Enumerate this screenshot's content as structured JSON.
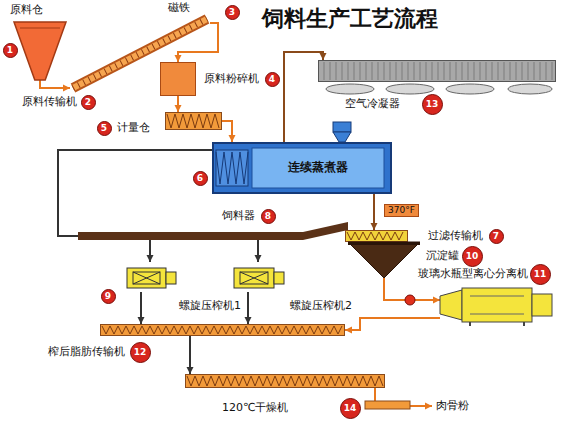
{
  "diagram": {
    "title": "饲料生产工艺流程",
    "nodes": [
      {
        "text": [
          "原料仓"
        ]
      },
      {
        "text": [
          "原料传输机"
        ]
      },
      {
        "text": [
          "原料粉碎机"
        ]
      },
      {
        "text": [
          "计量仓"
        ]
      },
      {
        "text": [
          "连续蒸煮器"
        ]
      },
      {
        "text": [
          "空气冷凝器"
        ]
      },
      {
        "text": [
          "370°F"
        ]
      },
      {
        "text": [
          "饲料器"
        ]
      },
      {
        "text": [
          "过滤传输机"
        ]
      },
      {
        "text": [
          "沉淀罐"
        ]
      },
      {
        "text": [
          "玻璃水瓶型离心分离机"
        ]
      },
      {
        "text": [
          "螺旋压榨机1"
        ]
      },
      {
        "text": [
          "螺旋压榨机2"
        ]
      },
      {
        "text": [
          "榨后脂肪传输机"
        ]
      },
      {
        "text": [
          "120℃干燥机"
        ]
      },
      {
        "text": [
          "肉骨粉"
        ]
      }
    ],
    "edges": [
      {
        "from": 0,
        "to": 1,
        "arrow": "to"
      },
      {
        "from": 1,
        "to": 2,
        "arrow": "to"
      },
      {
        "from": 2,
        "to": 3,
        "arrow": "to"
      },
      {
        "from": 3,
        "to": 4,
        "arrow": "to"
      },
      {
        "from": 4,
        "to": 5,
        "arrow": "to"
      },
      {
        "from": 4,
        "to": 8,
        "arrow": "to"
      },
      {
        "from": 7,
        "to": 11,
        "arrow": "to"
      },
      {
        "from": 7,
        "to": 12,
        "arrow": "to"
      },
      {
        "from": 7,
        "to": 4,
        "arrow": "none"
      },
      {
        "from": 9,
        "to": 10,
        "arrow": "to"
      },
      {
        "from": 11,
        "to": 13,
        "arrow": "to"
      },
      {
        "from": 12,
        "to": 13,
        "arrow": "to"
      },
      {
        "from": 10,
        "to": 13,
        "arrow": "to"
      },
      {
        "from": 13,
        "to": 14,
        "arrow": "to"
      },
      {
        "from": 14,
        "to": 15,
        "arrow": "to"
      }
    ],
    "labels": [
      "1",
      "2",
      "磁铁",
      "3",
      "4",
      "5",
      "6",
      "13",
      "8",
      "7",
      "10",
      "11",
      "9",
      "12",
      "14"
    ]
  }
}
